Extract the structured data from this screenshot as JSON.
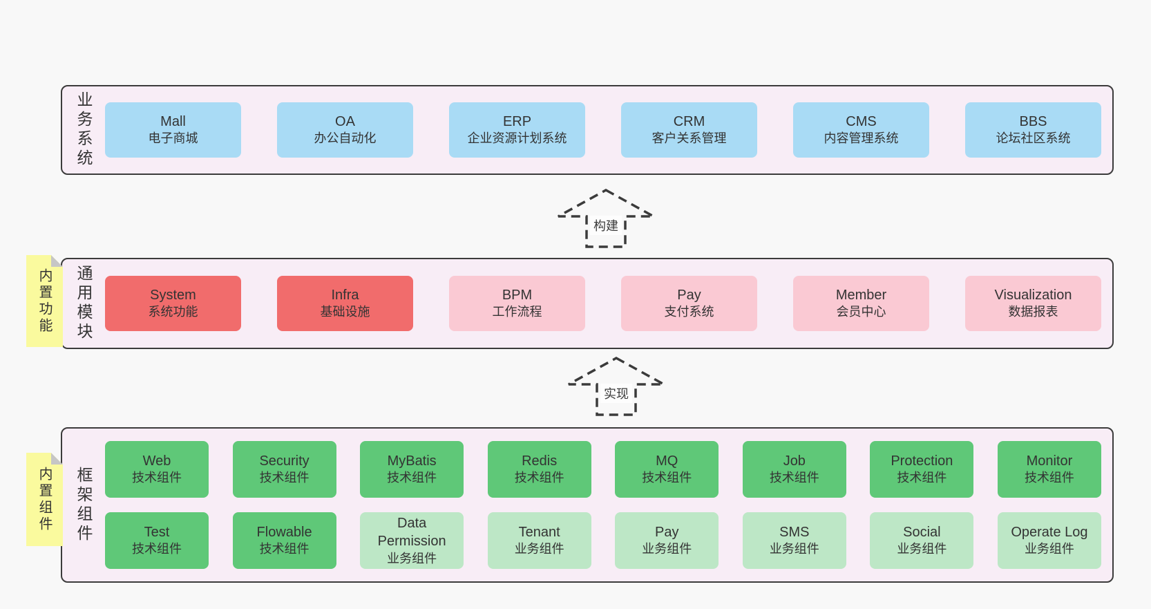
{
  "colors": {
    "background": "#f8f8f8",
    "band_fill": "#f8edf6",
    "band_border": "#3b3b3b",
    "box_blue": "#a9dbf5",
    "box_red": "#f16c6c",
    "box_pink": "#fac9d3",
    "box_green_tech": "#5fc878",
    "box_green_biz": "#bde7c6",
    "sticky_yellow": "#fafa9e",
    "text": "#333333"
  },
  "arrows": [
    {
      "label": "构建"
    },
    {
      "label": "实现"
    }
  ],
  "bands": [
    {
      "label": "业务系统",
      "boxes": [
        {
          "name": "Mall",
          "subtitle": "电子商城"
        },
        {
          "name": "OA",
          "subtitle": "办公自动化"
        },
        {
          "name": "ERP",
          "subtitle": "企业资源计划系统"
        },
        {
          "name": "CRM",
          "subtitle": "客户关系管理"
        },
        {
          "name": "CMS",
          "subtitle": "内容管理系统"
        },
        {
          "name": "BBS",
          "subtitle": "论坛社区系统"
        }
      ]
    },
    {
      "label": "通用模块",
      "sticky": "内置功能",
      "boxes": [
        {
          "name": "System",
          "subtitle": "系统功能"
        },
        {
          "name": "Infra",
          "subtitle": "基础设施"
        },
        {
          "name": "BPM",
          "subtitle": "工作流程"
        },
        {
          "name": "Pay",
          "subtitle": "支付系统"
        },
        {
          "name": "Member",
          "subtitle": "会员中心"
        },
        {
          "name": "Visualization",
          "subtitle": "数据报表"
        }
      ]
    },
    {
      "label": "框架组件",
      "sticky": "内置组件",
      "rows": [
        [
          {
            "name": "Web",
            "subtitle": "技术组件"
          },
          {
            "name": "Security",
            "subtitle": "技术组件"
          },
          {
            "name": "MyBatis",
            "subtitle": "技术组件"
          },
          {
            "name": "Redis",
            "subtitle": "技术组件"
          },
          {
            "name": "MQ",
            "subtitle": "技术组件"
          },
          {
            "name": "Job",
            "subtitle": "技术组件"
          },
          {
            "name": "Protection",
            "subtitle": "技术组件"
          },
          {
            "name": "Monitor",
            "subtitle": "技术组件"
          }
        ],
        [
          {
            "name": "Test",
            "subtitle": "技术组件"
          },
          {
            "name": "Flowable",
            "subtitle": "技术组件"
          },
          {
            "name": "Data Permission",
            "subtitle": "业务组件"
          },
          {
            "name": "Tenant",
            "subtitle": "业务组件"
          },
          {
            "name": "Pay",
            "subtitle": "业务组件"
          },
          {
            "name": "SMS",
            "subtitle": "业务组件"
          },
          {
            "name": "Social",
            "subtitle": "业务组件"
          },
          {
            "name": "Operate Log",
            "subtitle": "业务组件"
          }
        ]
      ]
    }
  ]
}
